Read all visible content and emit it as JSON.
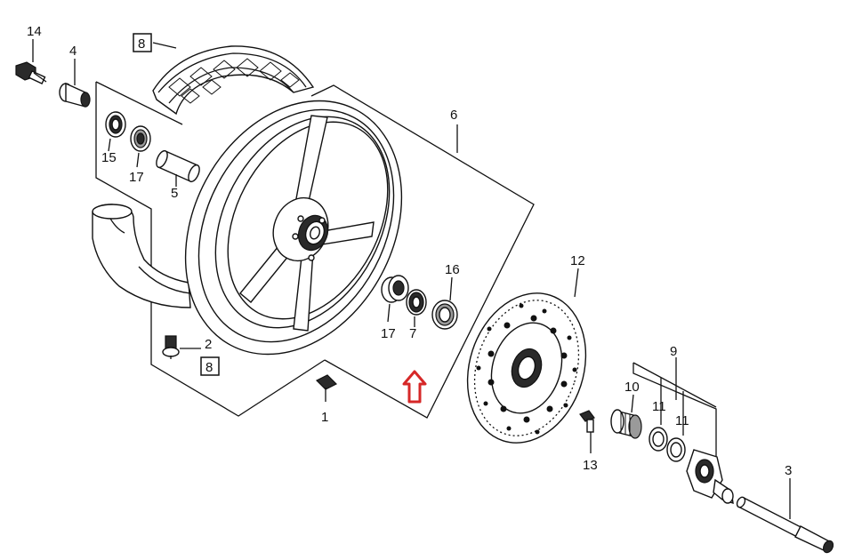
{
  "labels": {
    "p14": "14",
    "p4": "4",
    "p8_top": "8",
    "p15": "15",
    "p17_left": "17",
    "p5": "5",
    "p6": "6",
    "p16": "16",
    "p12": "12",
    "p17_right": "17",
    "p7": "7",
    "p2": "2",
    "p8_bottom": "8",
    "p1": "1",
    "p9": "9",
    "p10": "10",
    "p11_a": "11",
    "p11_b": "11",
    "p13": "13",
    "p3": "3"
  },
  "colors": {
    "line": "#111111",
    "arrow": "#d62828",
    "background": "#ffffff"
  },
  "highlight": {
    "target_part": "7",
    "icon": "up-arrow-icon"
  }
}
